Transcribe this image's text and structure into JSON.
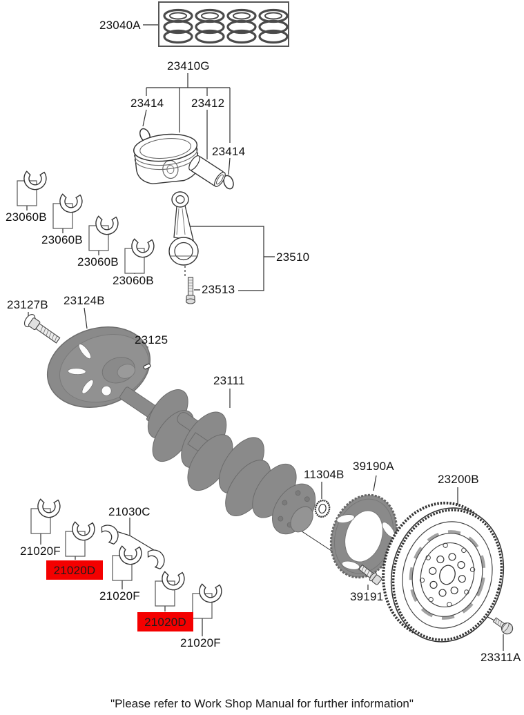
{
  "colors": {
    "highlight": "#f40000",
    "part_fill": "#8a8a8a",
    "line": "#2e2e2e"
  },
  "labels": [
    {
      "text": "23040A",
      "highlighted": false
    },
    {
      "text": "23410G",
      "highlighted": false
    },
    {
      "text": "23414",
      "highlighted": false
    },
    {
      "text": "23412",
      "highlighted": false
    },
    {
      "text": "23414",
      "highlighted": false
    },
    {
      "text": "23060B",
      "highlighted": false
    },
    {
      "text": "23060B",
      "highlighted": false
    },
    {
      "text": "23060B",
      "highlighted": false
    },
    {
      "text": "23060B",
      "highlighted": false
    },
    {
      "text": "23510",
      "highlighted": false
    },
    {
      "text": "23513",
      "highlighted": false
    },
    {
      "text": "23127B",
      "highlighted": false
    },
    {
      "text": "23124B",
      "highlighted": false
    },
    {
      "text": "23125",
      "highlighted": false
    },
    {
      "text": "23111",
      "highlighted": false
    },
    {
      "text": "11304B",
      "highlighted": false
    },
    {
      "text": "39190A",
      "highlighted": false
    },
    {
      "text": "23200B",
      "highlighted": false
    },
    {
      "text": "39191",
      "highlighted": false
    },
    {
      "text": "23311A",
      "highlighted": false
    },
    {
      "text": "21020F",
      "highlighted": false
    },
    {
      "text": "21020D",
      "highlighted": true
    },
    {
      "text": "21030C",
      "highlighted": false
    },
    {
      "text": "21020F",
      "highlighted": false
    },
    {
      "text": "21020D",
      "highlighted": true
    },
    {
      "text": "21020F",
      "highlighted": false
    }
  ],
  "footer": {
    "note": "\"Please refer to Work Shop Manual for further information\""
  }
}
